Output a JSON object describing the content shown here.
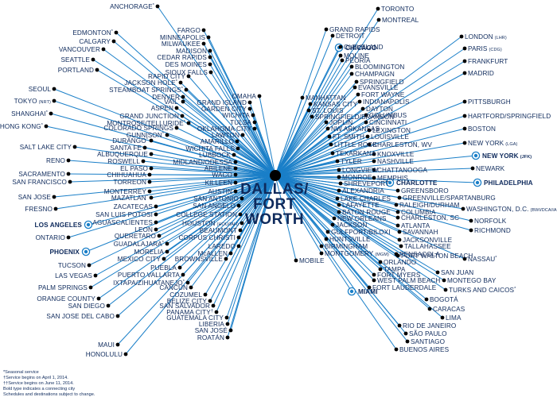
{
  "hub": {
    "line1": "DALLAS/",
    "line2": "FORT",
    "line3": "WORTH"
  },
  "colors": {
    "line": "#1a7fc8",
    "text": "#0e2a5c",
    "dot": "#000000",
    "hub_dot": "#000000"
  },
  "destinations_left": [
    {
      "name": "ANCHORAGE",
      "mark": "*"
    },
    {
      "name": "FARGO"
    },
    {
      "name": "MINNEAPOLIS"
    },
    {
      "name": "MILWAUKEE"
    },
    {
      "name": "EDMONTON",
      "mark": "*"
    },
    {
      "name": "CALGARY"
    },
    {
      "name": "VANCOUVER"
    },
    {
      "name": "SEATTLE"
    },
    {
      "name": "PORTLAND"
    },
    {
      "name": "MADISON"
    },
    {
      "name": "CEDAR RAPIDS"
    },
    {
      "name": "DES MOINES"
    },
    {
      "name": "SIOUX FALLS"
    },
    {
      "name": "RAPID CITY"
    },
    {
      "name": "JACKSON HOLE",
      "mark": "*"
    },
    {
      "name": "STEAMBOAT SPRINGS",
      "mark": "*"
    },
    {
      "name": "SEOUL"
    },
    {
      "name": "DENVER"
    },
    {
      "name": "OMAHA"
    },
    {
      "name": "TOKYO",
      "sub": "(NRT)"
    },
    {
      "name": "VAIL",
      "mark": "*"
    },
    {
      "name": "GRAND ISLAND"
    },
    {
      "name": "ASPEN"
    },
    {
      "name": "GARDEN CITY"
    },
    {
      "name": "SHANGHAI",
      "mark": "*"
    },
    {
      "name": "GRAND JUNCTION"
    },
    {
      "name": "WICHITA"
    },
    {
      "name": "MONTROSE/TELLURIDE",
      "mark": "*"
    },
    {
      "name": "TULSA"
    },
    {
      "name": "HONG KONG",
      "mark": "*"
    },
    {
      "name": "COLORADO SPRINGS"
    },
    {
      "name": "OKLAHOMA CITY"
    },
    {
      "name": "GUNNISON",
      "mark": "*"
    },
    {
      "name": "LAWTON"
    },
    {
      "name": "DURANGO",
      "mark": "*"
    },
    {
      "name": "AMARILLO"
    },
    {
      "name": "SALT LAKE CITY"
    },
    {
      "name": "SANTA FE"
    },
    {
      "name": "WICHITA FALLS"
    },
    {
      "name": "ALBUQUERQUE"
    },
    {
      "name": "LUBBOCK"
    },
    {
      "name": "RENO"
    },
    {
      "name": "ROSWELL"
    },
    {
      "name": "MIDLAND/ODESSA"
    },
    {
      "name": "EL PASO"
    },
    {
      "name": "ABILENE"
    },
    {
      "name": "SACRAMENTO"
    },
    {
      "name": "CHIHUAHUA"
    },
    {
      "name": "WACO"
    },
    {
      "name": "SAN FRANCISCO"
    },
    {
      "name": "TORREON"
    },
    {
      "name": "KILLEEN"
    },
    {
      "name": "MONTERREY"
    },
    {
      "name": "AUSTIN"
    },
    {
      "name": "SAN JOSE"
    },
    {
      "name": "MAZATLAN",
      "mark": "*"
    },
    {
      "name": "SAN ANTONIO"
    },
    {
      "name": "FRESNO"
    },
    {
      "name": "ZACATECAS"
    },
    {
      "name": "SAN ANGELO"
    },
    {
      "name": "SAN LUIS POTOSI"
    },
    {
      "name": "COLLEGE STATION"
    },
    {
      "name": "LOS ANGELES",
      "hub": true
    },
    {
      "name": "AGUASCALIENTES"
    },
    {
      "name": "HOUSTON",
      "sub": "(HOU/IAH)"
    },
    {
      "name": "LEON"
    },
    {
      "name": "BEAUMONT"
    },
    {
      "name": "ONTARIO"
    },
    {
      "name": "QUERETARO"
    },
    {
      "name": "CORPUS CHRISTI"
    },
    {
      "name": "GUADALAJARA",
      "mark": "*"
    },
    {
      "name": "LAREDO"
    },
    {
      "name": "PHOENIX",
      "hub": true
    },
    {
      "name": "MORELIA"
    },
    {
      "name": "McALLEN"
    },
    {
      "name": "TUCSON"
    },
    {
      "name": "MEXICO CITY"
    },
    {
      "name": "BROWNSVILLE"
    },
    {
      "name": "LAS VEGAS"
    },
    {
      "name": "PUEBLA"
    },
    {
      "name": "PUERTO VALLARTA"
    },
    {
      "name": "PALM SPRINGS"
    },
    {
      "name": "IXTAPA/ZIHUATANEJO",
      "mark": "*"
    },
    {
      "name": "ORANGE COUNTY"
    },
    {
      "name": "CANCUN"
    },
    {
      "name": "SAN DIEGO"
    },
    {
      "name": "COZUMEL"
    },
    {
      "name": "BELIZE CITY"
    },
    {
      "name": "SAN JOSE DEL CABO"
    },
    {
      "name": "SAN SALVADOR"
    },
    {
      "name": "PANAMA CITY",
      "mark": "†"
    },
    {
      "name": "GUATEMALA CITY"
    },
    {
      "name": "LIBERIA"
    },
    {
      "name": "SAN JOSÉ"
    },
    {
      "name": "ROATÁN"
    },
    {
      "name": "MAUI"
    },
    {
      "name": "HONOLULU"
    }
  ],
  "destinations_right": [
    {
      "name": "TORONTO"
    },
    {
      "name": "MONTREAL"
    },
    {
      "name": "GRAND RAPIDS"
    },
    {
      "name": "DETROIT"
    },
    {
      "name": "CHICAGO",
      "hub": true
    },
    {
      "name": "CLEVELAND"
    },
    {
      "name": "MOLINE"
    },
    {
      "name": "LONDON",
      "sub": "(LHR)"
    },
    {
      "name": "PEORIA"
    },
    {
      "name": "PARIS",
      "sub": "(CDG)"
    },
    {
      "name": "BLOOMINGTON"
    },
    {
      "name": "CHAMPAIGN"
    },
    {
      "name": "FRANKFURT"
    },
    {
      "name": "SPRINGFIELD"
    },
    {
      "name": "MADRID"
    },
    {
      "name": "EVANSVILLE"
    },
    {
      "name": "MANHATTAN"
    },
    {
      "name": "FORT WAYNE"
    },
    {
      "name": "KANSAS CITY"
    },
    {
      "name": "INDIANAPOLIS"
    },
    {
      "name": "PITTSBURGH"
    },
    {
      "name": "ST. LOUIS"
    },
    {
      "name": "DAYTON"
    },
    {
      "name": "SPRINGFIELD/BRANSON"
    },
    {
      "name": "COLUMBUS"
    },
    {
      "name": "HARTFORD/SPRINGFIELD"
    },
    {
      "name": "JOPLIN"
    },
    {
      "name": "CINCINNATI"
    },
    {
      "name": "NW ARKANSAS"
    },
    {
      "name": "LEXINGTON"
    },
    {
      "name": "BOSTON"
    },
    {
      "name": "FT. SMITH"
    },
    {
      "name": "LOUISVILLE"
    },
    {
      "name": "LITTLE ROCK"
    },
    {
      "name": "CHARLESTON, WV"
    },
    {
      "name": "NEW YORK",
      "sub": "(LGA)"
    },
    {
      "name": "TEXARKANA"
    },
    {
      "name": "KNOXVILLE"
    },
    {
      "name": "NEW YORK",
      "sub": "(JFK)",
      "hub": true
    },
    {
      "name": "TYLER"
    },
    {
      "name": "NASHVILLE"
    },
    {
      "name": "LONGVIEW"
    },
    {
      "name": "CHATTANOOGA"
    },
    {
      "name": "NEWARK"
    },
    {
      "name": "MONROE"
    },
    {
      "name": "MEMPHIS"
    },
    {
      "name": "SHREVEPORT"
    },
    {
      "name": "CHARLOTTE",
      "hub": true
    },
    {
      "name": "PHILADELPHIA",
      "hub": true
    },
    {
      "name": "ALEXANDRIA"
    },
    {
      "name": "GREENSBORO"
    },
    {
      "name": "LAKE CHARLES"
    },
    {
      "name": "GREENVILLE/SPARTANBURG"
    },
    {
      "name": "LAFAYETTE"
    },
    {
      "name": "RALEIGH/DURHAM"
    },
    {
      "name": "BATON ROUGE"
    },
    {
      "name": "COLUMBIA"
    },
    {
      "name": "WASHINGTON, D.C.",
      "sub": "(BWI/DCA/IAD)"
    },
    {
      "name": "NEW ORLEANS"
    },
    {
      "name": "CHARLESTON, SC"
    },
    {
      "name": "NORFOLK"
    },
    {
      "name": "JACKSON"
    },
    {
      "name": "ATLANTA"
    },
    {
      "name": "GULFPORT/BILOXI"
    },
    {
      "name": "SAVANNAH"
    },
    {
      "name": "RICHMOND"
    },
    {
      "name": "HUNTSVILLE"
    },
    {
      "name": "JACKSONVILLE"
    },
    {
      "name": "BIRMINGHAM"
    },
    {
      "name": "TALLAHASSEE"
    },
    {
      "name": "MONTGOMERY",
      "sub": "(MGM)"
    },
    {
      "name": "PENSACOLA"
    },
    {
      "name": "MOBILE"
    },
    {
      "name": "FORT WALTON BEACH"
    },
    {
      "name": "ORLANDO"
    },
    {
      "name": "NASSAU",
      "mark": "*"
    },
    {
      "name": "TAMPA"
    },
    {
      "name": "FORT MYERS"
    },
    {
      "name": "SAN JUAN"
    },
    {
      "name": "WEST PALM BEACH"
    },
    {
      "name": "MONTEGO BAY"
    },
    {
      "name": "FORT LAUDERDALE"
    },
    {
      "name": "MIAMI",
      "hub": true
    },
    {
      "name": "TURKS AND CAICOS",
      "mark": "*"
    },
    {
      "name": "BOGOTÁ"
    },
    {
      "name": "CARACAS"
    },
    {
      "name": "LIMA"
    },
    {
      "name": "RIO DE JANEIRO"
    },
    {
      "name": "SÃO PAULO"
    },
    {
      "name": "SANTIAGO"
    },
    {
      "name": "BUENOS AIRES"
    }
  ],
  "footnotes": [
    "*Seasonal service",
    "†Service begins on April 1, 2014.",
    "††Service begins on June 11, 2014.",
    "Bold type indicates a connecting city",
    "Schedules and destinations subject to change."
  ]
}
